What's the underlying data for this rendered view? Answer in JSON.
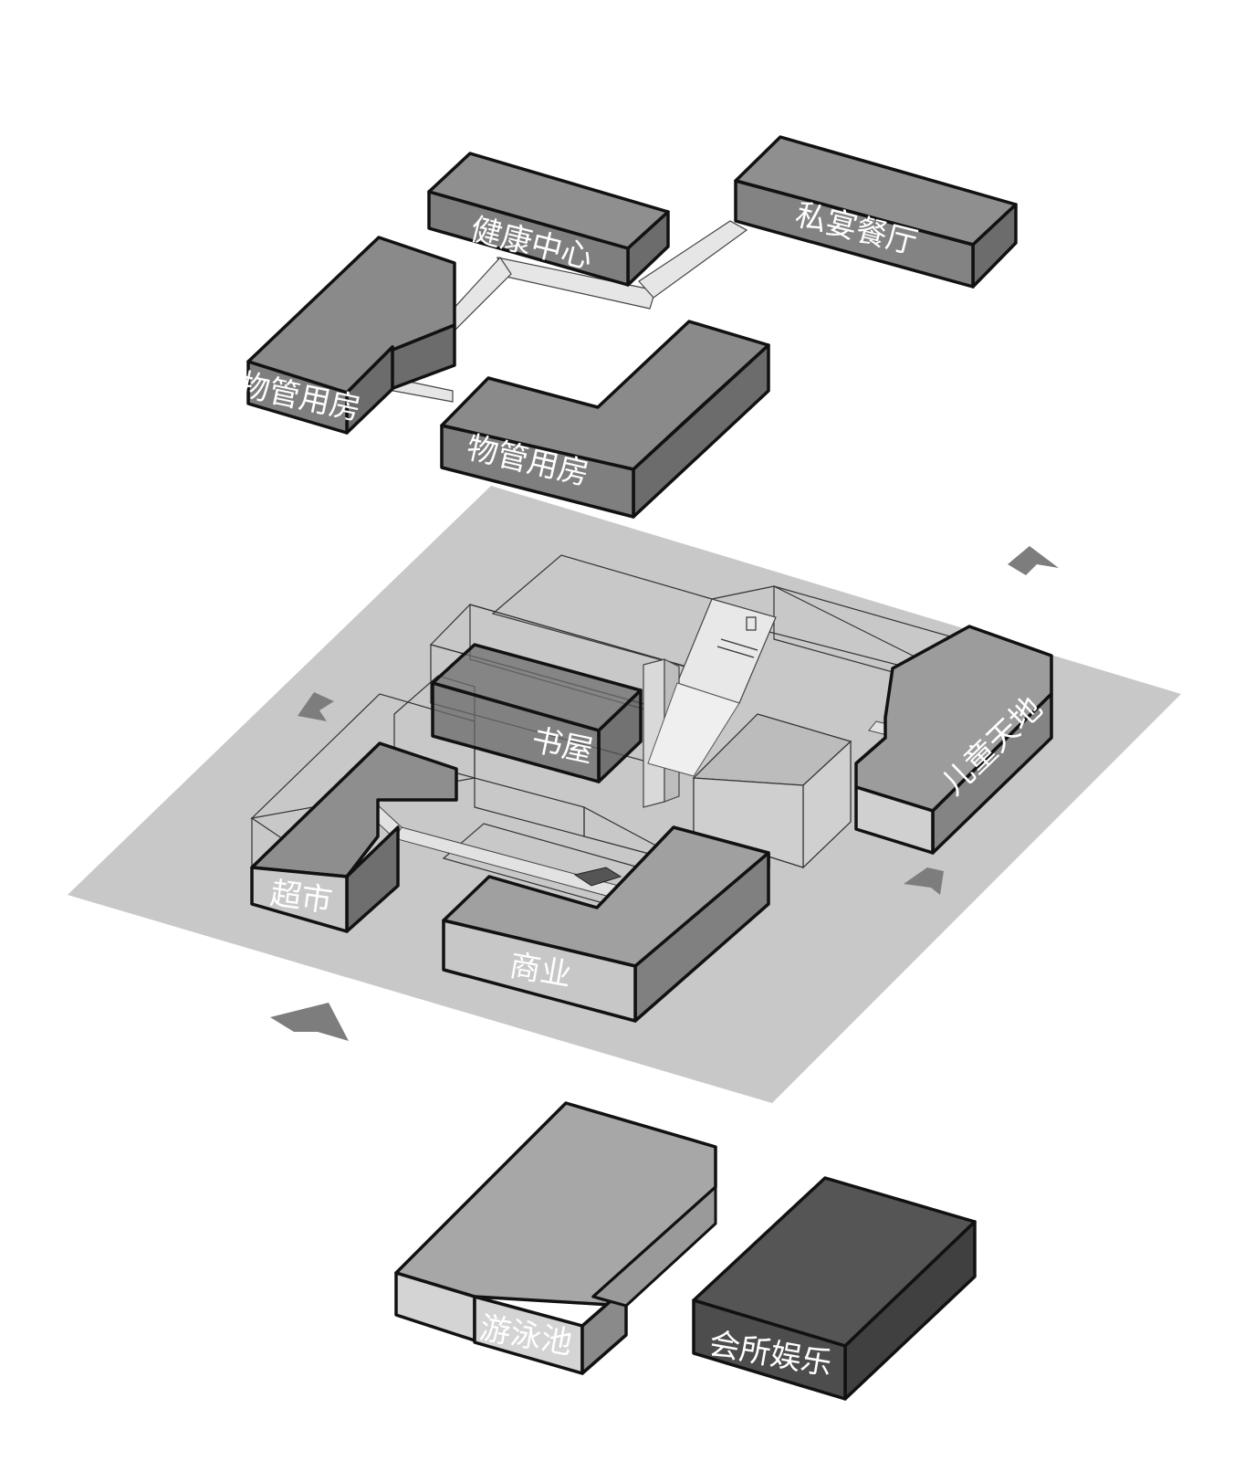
{
  "labels": {
    "health_center": "健康中心",
    "private_dining": "私宴餐厅",
    "property_mgmt_left": "物管用房",
    "property_mgmt_center": "物管用房",
    "bookstore": "书屋",
    "children_world": "儿童天地",
    "supermarket": "超市",
    "commercial": "商业",
    "swimming_pool": "游泳池",
    "clubhouse_entertainment": "会所娱乐"
  },
  "colors": {
    "ground_plane": "#c8c8c8",
    "block_top_dark": "#8a8a8a",
    "block_side_dark": "#6f6f6f",
    "block_front_dark": "#7f7f7f",
    "block_light": "#d2d2d2",
    "block_black": "#4f4f4f",
    "arrow": "#7d7d7d"
  }
}
